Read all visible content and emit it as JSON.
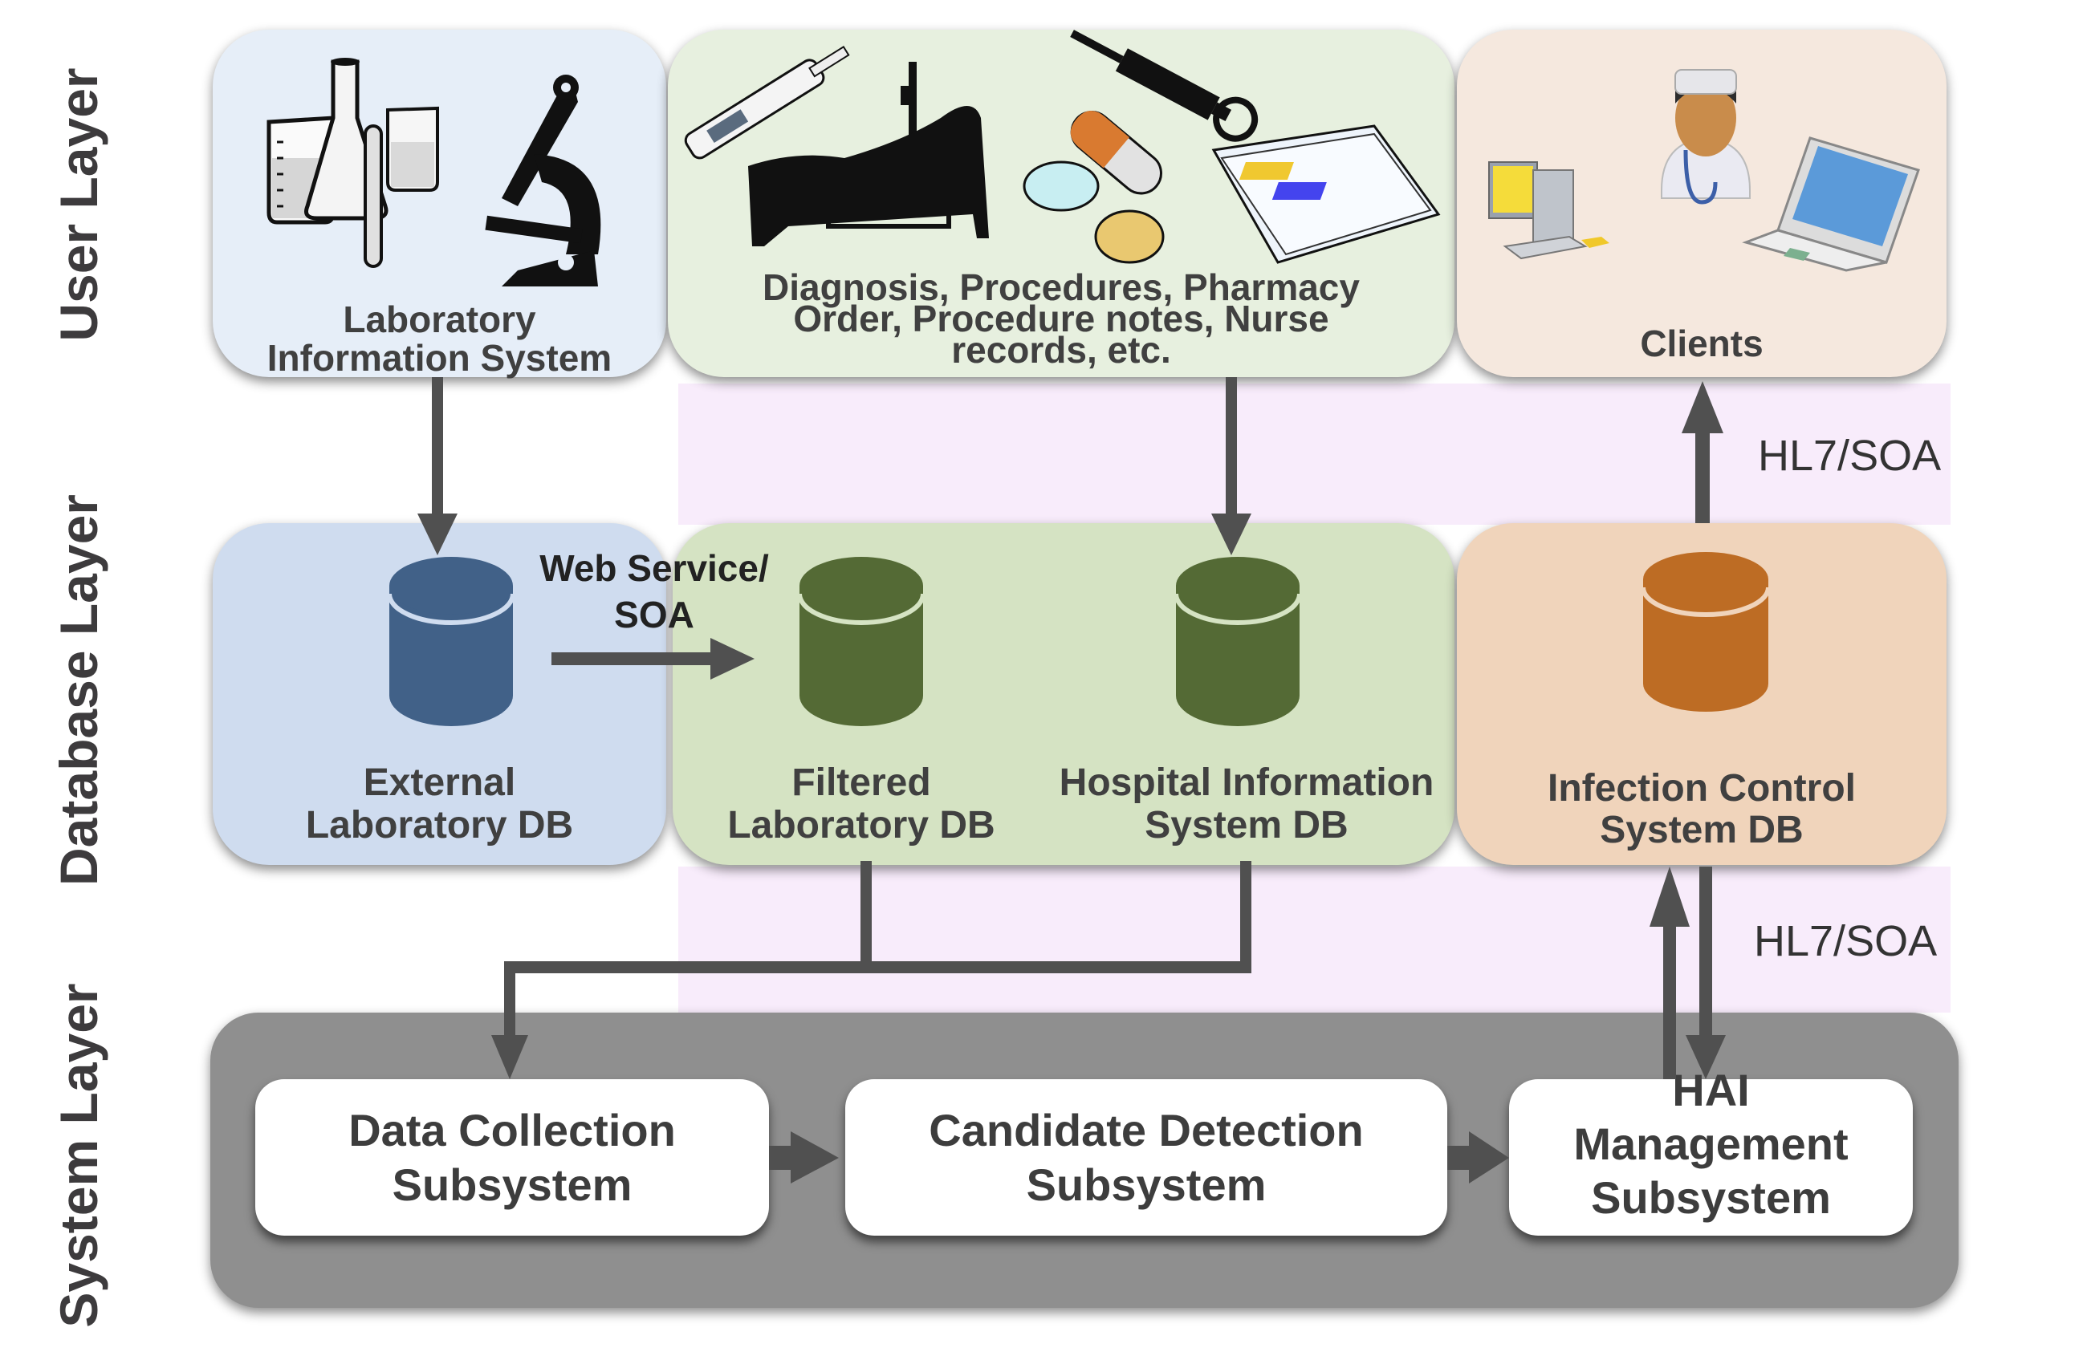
{
  "layers": {
    "user": "User Layer",
    "database": "Database Layer",
    "system": "System Layer"
  },
  "user_layer": {
    "lab_info_system": {
      "label_line1": "Laboratory",
      "label_line2": "Information System"
    },
    "clinical_data": {
      "label_line1": "Diagnosis, Procedures, Pharmacy",
      "label_line2": "Order, Procedure notes, Nurse",
      "label_line3": "records, etc."
    },
    "clients": {
      "label": "Clients"
    }
  },
  "database_layer": {
    "external_lab_db": {
      "label_line1": "External",
      "label_line2": "Laboratory DB"
    },
    "web_service_label": {
      "line1": "Web Service/",
      "line2": "SOA"
    },
    "filtered_lab_db": {
      "label_line1": "Filtered",
      "label_line2": "Laboratory DB"
    },
    "his_db": {
      "label_line1": "Hospital Information",
      "label_line2": "System DB"
    },
    "infection_control_db": {
      "label_line1": "Infection Control",
      "label_line2": "System DB"
    }
  },
  "system_layer": {
    "data_collection": {
      "line1": "Data Collection",
      "line2": "Subsystem"
    },
    "candidate_detection": {
      "line1": "Candidate Detection",
      "line2": "Subsystem"
    },
    "hai_management": {
      "line1": "HAI",
      "line2": "Management",
      "line3": "Subsystem"
    }
  },
  "protocols": {
    "top": "HL7/SOA",
    "bottom": "HL7/SOA"
  },
  "colors": {
    "lab_user_bg": "#e6eef8",
    "clinical_bg": "#e7f0df",
    "clients_bg": "#f5e8de",
    "ext_db_bg": "#cfdcef",
    "green_db_bg": "#d5e3c3",
    "infection_bg": "#f0d4bb",
    "ext_db_icon": "#416188",
    "green_db_icon": "#546a35",
    "infection_db_icon": "#bd6c24",
    "system_bg": "#8f8f8f",
    "arrow": "#505050",
    "pink_band": "#f8ecfb"
  }
}
